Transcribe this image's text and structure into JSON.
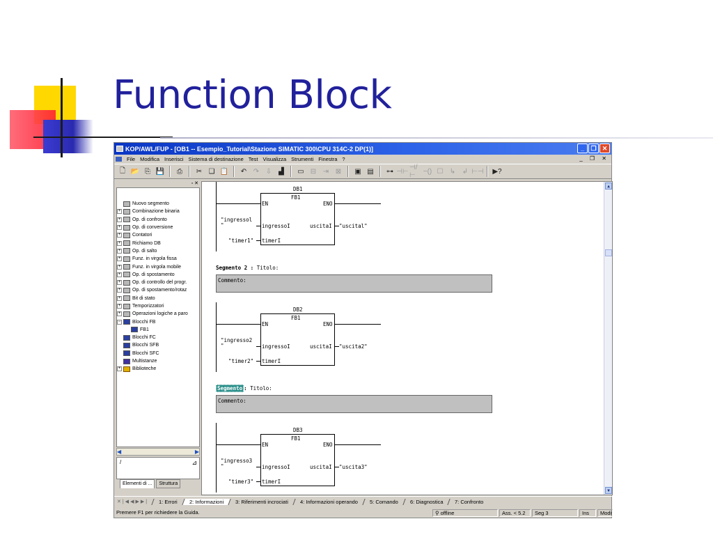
{
  "slide": {
    "title": "Function Block"
  },
  "window": {
    "title": "KOP/AWL/FUP  - [OB1 -- Esempio_Tutorial\\Stazione SIMATIC 300\\CPU 314C-2 DP(1)]",
    "buttons": [
      "_",
      "❐",
      "✕"
    ]
  },
  "menu": {
    "items": [
      "File",
      "Modifica",
      "Inserisci",
      "Sistema di destinazione",
      "Test",
      "Visualizza",
      "Strumenti",
      "Finestra",
      "?"
    ],
    "mdi_controls": "_ ❐ ✕"
  },
  "toolbar": {
    "icons": [
      "new-icon",
      "open-icon",
      "network-icon",
      "save-icon",
      "print-icon",
      "cut-icon",
      "copy-icon",
      "paste-icon",
      "undo-icon",
      "redo-icon",
      "download-icon",
      "load-icon",
      "monitor-icon",
      "compare-icon",
      "go-icon",
      "view-icon",
      "overview-icon",
      "image-icon",
      "contact-no-icon",
      "contact-nc-icon",
      "coil-icon",
      "box-icon",
      "branch-open-icon",
      "branch-close-icon",
      "connection-icon",
      "help-icon"
    ]
  },
  "tree": {
    "items": [
      {
        "label": "Nuovo segmento",
        "expander": "",
        "icon": "new-segment-icon"
      },
      {
        "label": "Combinazione binaria",
        "expander": "+",
        "icon": "folder-icon"
      },
      {
        "label": "Op. di confronto",
        "expander": "+",
        "icon": "folder-icon"
      },
      {
        "label": "Op. di conversione",
        "expander": "+",
        "icon": "folder-icon"
      },
      {
        "label": "Contatori",
        "expander": "+",
        "icon": "folder-icon"
      },
      {
        "label": "Richiamo DB",
        "expander": "+",
        "icon": "folder-icon"
      },
      {
        "label": "Op. di salto",
        "expander": "+",
        "icon": "folder-icon"
      },
      {
        "label": "Funz. in virgola fissa",
        "expander": "+",
        "icon": "folder-icon"
      },
      {
        "label": "Funz. in virgola mobile",
        "expander": "+",
        "icon": "folder-icon"
      },
      {
        "label": "Op. di spostamento",
        "expander": "+",
        "icon": "folder-icon"
      },
      {
        "label": "Op. di controllo del progr.",
        "expander": "+",
        "icon": "folder-icon"
      },
      {
        "label": "Op. di spostamento/rotaz",
        "expander": "+",
        "icon": "folder-icon"
      },
      {
        "label": "Bit di stato",
        "expander": "+",
        "icon": "folder-icon"
      },
      {
        "label": "Temporizzatori",
        "expander": "+",
        "icon": "folder-icon"
      },
      {
        "label": "Operazioni logiche a paro",
        "expander": "+",
        "icon": "folder-icon"
      },
      {
        "label": "Blocchi FB",
        "expander": "−",
        "icon": "fb-folder-icon"
      },
      {
        "label": "FB1",
        "expander": "",
        "icon": "fb-block-icon",
        "child": true
      },
      {
        "label": "Blocchi FC",
        "expander": "",
        "icon": "fc-folder-icon"
      },
      {
        "label": "Blocchi SFB",
        "expander": "",
        "icon": "sfb-folder-icon"
      },
      {
        "label": "Blocchi SFC",
        "expander": "",
        "icon": "sfc-folder-icon"
      },
      {
        "label": "Multistanze",
        "expander": "",
        "icon": "multi-instance-icon"
      },
      {
        "label": "Biblioteche",
        "expander": "+",
        "icon": "library-icon"
      }
    ],
    "field_value": "/",
    "tabs": [
      "Elementi di ...",
      "Struttura"
    ]
  },
  "networks": [
    {
      "db": "DB1",
      "fb": "FB1",
      "en": "EN",
      "eno": "ENO",
      "in1_label": "\"ingressol",
      "in1_cont": "\"",
      "in1_pin": "ingressoI",
      "out_pin": "uscitaI",
      "out_label": "\"uscital\"",
      "in2_label": "\"timer1\"",
      "in2_pin": "timerI"
    },
    {
      "seg_label": "Segmento 2",
      "seg_sep": ":",
      "seg_title": "Titolo:",
      "comment": "Commento:",
      "db": "DB2",
      "fb": "FB1",
      "en": "EN",
      "eno": "ENO",
      "in1_label": "\"ingresso2",
      "in1_cont": "\"",
      "in1_pin": "ingressoI",
      "out_pin": "uscitaI",
      "out_label": "\"uscita2\"",
      "in2_label": "\"timer2\"",
      "in2_pin": "timerI"
    },
    {
      "seg_label": "Segmento",
      "seg_sep": ":",
      "seg_title": "Titolo:",
      "comment": "Commento:",
      "db": "DB3",
      "fb": "FB1",
      "en": "EN",
      "eno": "ENO",
      "in1_label": "\"ingresso3",
      "in1_cont": "\"",
      "in1_pin": "ingressoI",
      "out_pin": "uscitaI",
      "out_label": "\"uscita3\"",
      "in2_label": "\"timer3\"",
      "in2_pin": "timerI"
    }
  ],
  "bottom_tabs": [
    "1: Errori",
    "2: Informazioni",
    "3: Riferimenti incrociati",
    "4: Informazioni operando",
    "5: Comando",
    "6: Diagnostica",
    "7: Confronto"
  ],
  "status": {
    "hint": "Premere F1 per richiedere la Guida.",
    "mode": "offline",
    "abs": "Ass. < 5.2",
    "seg": "Seg 3",
    "ins": "Ins",
    "mod": "Modifi"
  }
}
